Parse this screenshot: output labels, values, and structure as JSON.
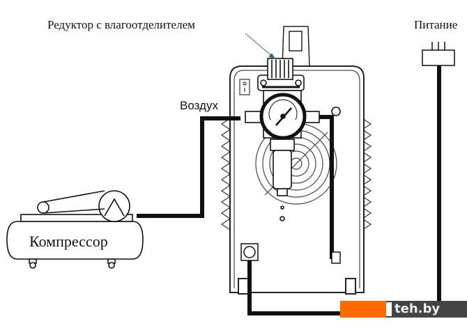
{
  "labels": {
    "regulator": "Редуктор с влагоотделителем",
    "air": "Воздух",
    "power": "Питание",
    "compressor": "Компрессор"
  },
  "watermark": "teh.by",
  "colors": {
    "hose": "#111111",
    "arrow": "#3a6a8a",
    "watermark_orange": "#ff6a00"
  }
}
